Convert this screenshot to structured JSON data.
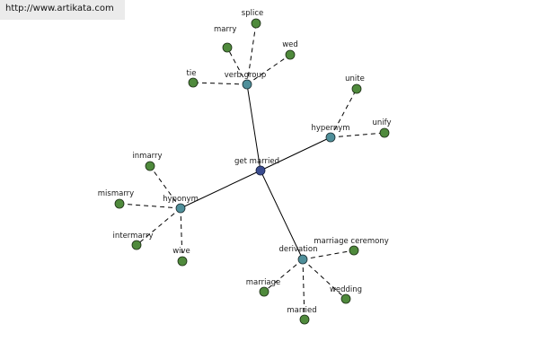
{
  "site_url": "http://www.artikata.com",
  "graph": {
    "center": {
      "id": "center",
      "label": "get married"
    },
    "groups": [
      {
        "id": "verb_group",
        "label": "verb group"
      },
      {
        "id": "hypernym",
        "label": "hypernym"
      },
      {
        "id": "hyponym",
        "label": "hyponym"
      },
      {
        "id": "derivation",
        "label": "derivation"
      }
    ],
    "leaves": [
      {
        "id": "splice",
        "label": "splice",
        "group": "verb_group"
      },
      {
        "id": "marry",
        "label": "marry",
        "group": "verb_group"
      },
      {
        "id": "wed",
        "label": "wed",
        "group": "verb_group"
      },
      {
        "id": "tie",
        "label": "tie",
        "group": "verb_group"
      },
      {
        "id": "unite",
        "label": "unite",
        "group": "hypernym"
      },
      {
        "id": "unify",
        "label": "unify",
        "group": "hypernym"
      },
      {
        "id": "inmarry",
        "label": "inmarry",
        "group": "hyponym"
      },
      {
        "id": "mismarry",
        "label": "mismarry",
        "group": "hyponym"
      },
      {
        "id": "intermarry",
        "label": "intermarry",
        "group": "hyponym"
      },
      {
        "id": "wive",
        "label": "wive",
        "group": "hyponym"
      },
      {
        "id": "marriage_ceremony",
        "label": "marriage ceremony",
        "group": "derivation"
      },
      {
        "id": "marriage",
        "label": "marriage",
        "group": "derivation"
      },
      {
        "id": "wedding",
        "label": "wedding",
        "group": "derivation"
      },
      {
        "id": "married",
        "label": "married",
        "group": "derivation"
      }
    ]
  }
}
